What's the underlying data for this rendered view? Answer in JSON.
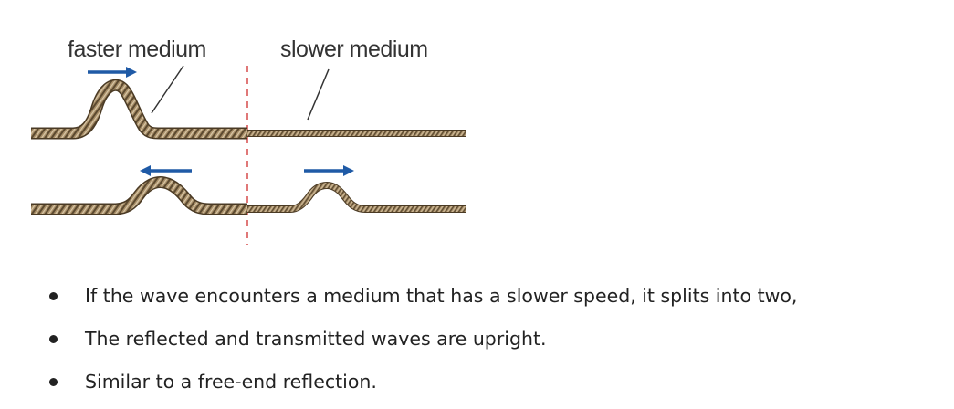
{
  "diagram": {
    "labels": {
      "faster_medium": "faster medium",
      "slower_medium": "slower medium"
    },
    "colors": {
      "rope_dark": "#5c4a30",
      "rope_light": "#a88e68",
      "rope_stripe": "#d9c8a8",
      "arrow": "#1f5aa6",
      "boundary": "#d03030",
      "leader": "#333333"
    },
    "arrows": {
      "top_incident": "right",
      "bottom_reflected": "left",
      "bottom_transmitted": "right"
    }
  },
  "bullets": [
    "If the wave encounters a medium that has a slower speed, it splits into two,",
    "The reflected and transmitted waves are upright.",
    "Similar to a free-end reflection."
  ]
}
